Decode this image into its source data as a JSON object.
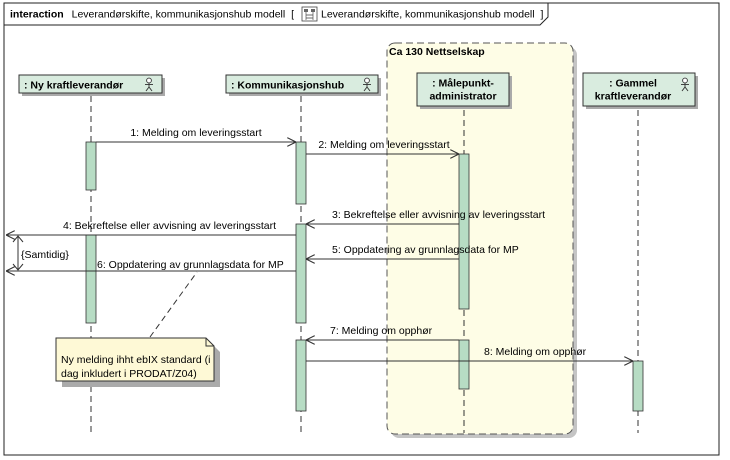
{
  "frame": {
    "keyword": "interaction",
    "name": "Leverandørskifte, kommunikasjonshub modell",
    "ref_open": "[",
    "ref_name": "Leverandørskifte, kommunikasjonshub modell",
    "ref_close": "]"
  },
  "group": {
    "title": "Ca 130 Nettselskap"
  },
  "lifelines": [
    {
      "line1": ": Ny kraftleverandør",
      "line2": ""
    },
    {
      "line1": ": Kommunikasjonshub",
      "line2": ""
    },
    {
      "line1": ": Målepunkt-",
      "line2": "administrator"
    },
    {
      "line1": ": Gammel",
      "line2": "kraftleverandør"
    }
  ],
  "messages": [
    "1: Melding om leveringsstart",
    "2: Melding om leveringsstart",
    "3: Bekreftelse eller avvisning av leveringsstart",
    "4: Bekreftelse eller avvisning av leveringsstart",
    "5: Oppdatering av grunnlagsdata for MP",
    "6: Oppdatering av grunnlagsdata for MP",
    "7: Melding om opphør",
    "8: Melding om opphør"
  ],
  "constraint": "{Samtidig}",
  "note": {
    "line1": "Ny melding ihht ebIX standard (i",
    "line2": "dag inkludert i PRODAT/Z04)"
  },
  "colors": {
    "lifeline_fill": "#d9ecdf",
    "activation_fill": "#b7dcc4",
    "group_fill": "#fefde6",
    "note_fill": "#fef9d6",
    "stroke": "#333333"
  }
}
